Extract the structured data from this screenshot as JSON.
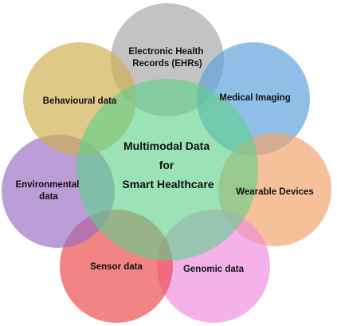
{
  "center": {
    "lines": [
      "Multimodal Data",
      "for",
      "Smart Healthcare"
    ],
    "color": "#5fd08a"
  },
  "modalities": [
    {
      "id": "ehr",
      "lines": [
        "Electronic Health",
        "Records (EHRs)"
      ],
      "color": "#a6a6a6"
    },
    {
      "id": "medical-imaging",
      "lines": [
        "Medical Imaging"
      ],
      "color": "#5aa0dc"
    },
    {
      "id": "wearable",
      "lines": [
        "Wearable Devices"
      ],
      "color": "#f2a46a"
    },
    {
      "id": "genomic",
      "lines": [
        "Genomic data"
      ],
      "color": "#f08ee0"
    },
    {
      "id": "sensor",
      "lines": [
        "Sensor data"
      ],
      "color": "#ee4a4a"
    },
    {
      "id": "environmental",
      "lines": [
        "Environmental",
        "data"
      ],
      "color": "#9b6fc4"
    },
    {
      "id": "behavioural",
      "lines": [
        "Behavioural data"
      ],
      "color": "#cfb050"
    }
  ]
}
